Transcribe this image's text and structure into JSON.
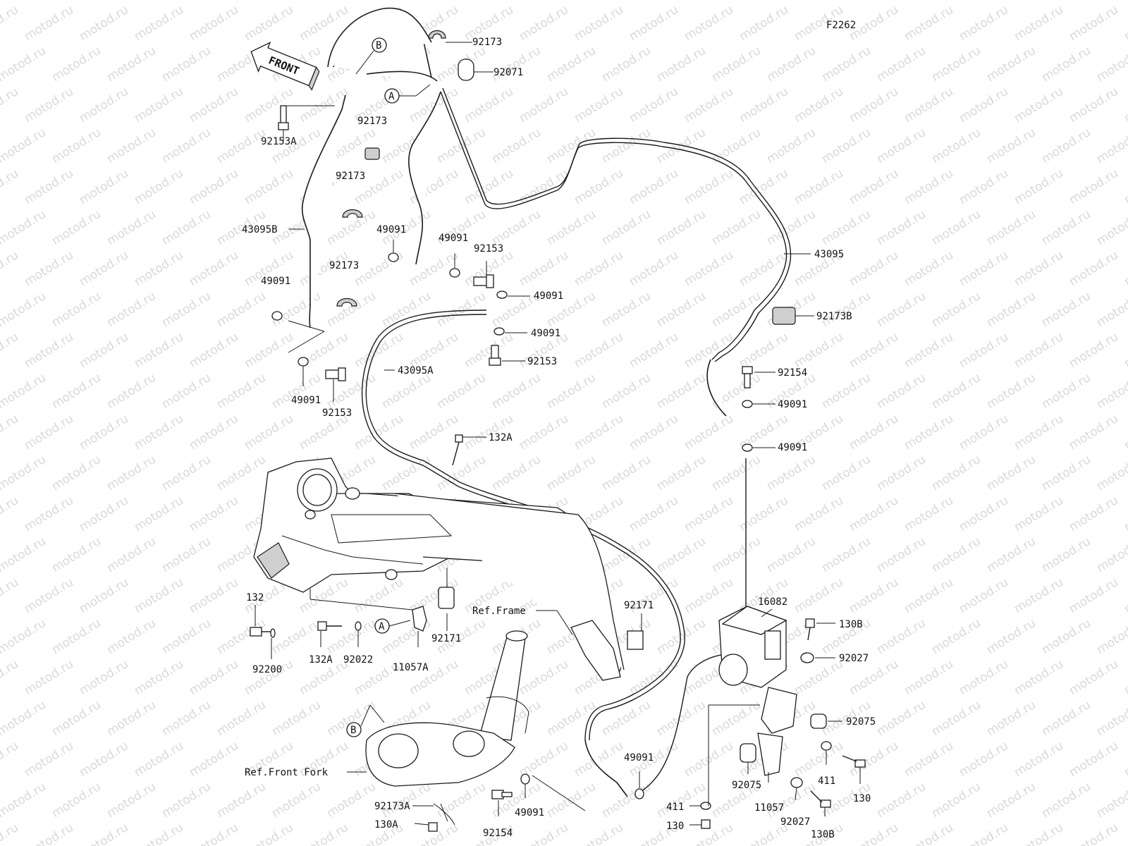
{
  "diagram": {
    "code": "F2262",
    "watermark": "motod.ru",
    "front_label": "FRONT",
    "refs": {
      "frame": "Ref.Frame",
      "front_fork": "Ref.Front Fork"
    },
    "callouts": {
      "a": "A",
      "b": "B"
    },
    "parts": [
      "92173",
      "92071",
      "92173",
      "92153A",
      "92173",
      "43095B",
      "49091",
      "92173",
      "49091",
      "49091",
      "92153",
      "49091",
      "49091",
      "92153",
      "49091",
      "92153",
      "43095A",
      "43095",
      "92173B",
      "92154",
      "49091",
      "49091",
      "132A",
      "132",
      "92200",
      "132A",
      "92022",
      "11057A",
      "92171",
      "92171",
      "16082",
      "130B",
      "92027",
      "92075",
      "92075",
      "411",
      "130",
      "11057",
      "92027",
      "130B",
      "411",
      "130",
      "49091",
      "92173A",
      "130A",
      "92154",
      "49091"
    ]
  }
}
